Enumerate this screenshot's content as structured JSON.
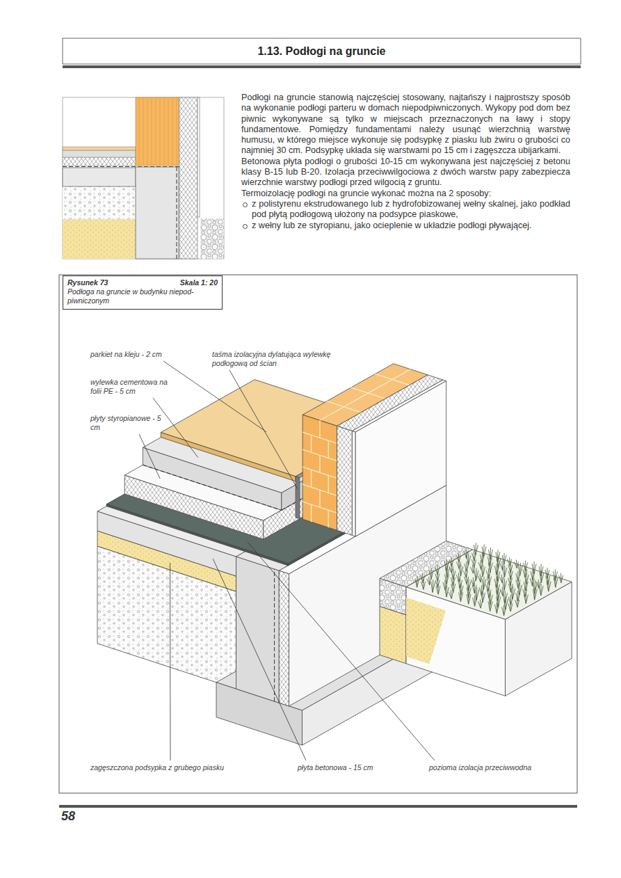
{
  "diagram": {
    "title": "1.13. Podłogi na gruncie",
    "nodes": [
      {
        "text": [
          "Rysunek 73",
          "Skala 1: 20",
          "Podłoga na gruncie w budynku niepod- piwniczonym"
        ]
      }
    ],
    "labels": [
      "Podłogi na gruncie stanowią najczęściej stosowany, najtańszy i najprostszy sposób na wykonanie podłogi parteru w domach niepodpiwniczonych. Wykopy pod dom bez piwnic wykonywane są tylko w miejscach przeznaczonych na ławy i stopy fundamentowe. Pomiędzy fundamentami należy usunąć wierzchnią warstwę humusu, w którego miejsce wykonuje się podsypkę z piasku lub żwiru o grubości co najmniej 30 cm. Podsypkę układa się warstwami po 15 cm i zagęszcza ubijarkami.",
      "Betonowa płyta podłogi o grubości 10-15 cm wykonywana jest najczęściej z betonu klasy B-15 lub B-20. Izolacja przeciwwilgociowa z dwóch warstw papy zabezpiecza wierzchnie warstwy podłogi przed wilgocią z gruntu.",
      "Termoizolację podłogi na gruncie wykonać można na 2 sposoby:",
      "z polistyrenu ekstrudowanego lub z hydrofobizowanej wełny skalnej, jako podkład pod płytą podłogową ułożony na podsypce piaskowe,",
      "z wełny lub ze styropianu, jako ocieplenie w układzie podłogi pływającej.",
      "parkiet na kleju - 2 cm",
      "taśma izolacyjna dylatująca wylewkę podłogową od ścian",
      "wylewka cementowa na folii PE - 5 cm",
      "płyty styropianowe - 5 cm",
      "zagęszczona podsypka z grubego piasku",
      "płyta betonowa - 15 cm",
      "pozioma izolacja przeciwwodna",
      "58"
    ]
  }
}
